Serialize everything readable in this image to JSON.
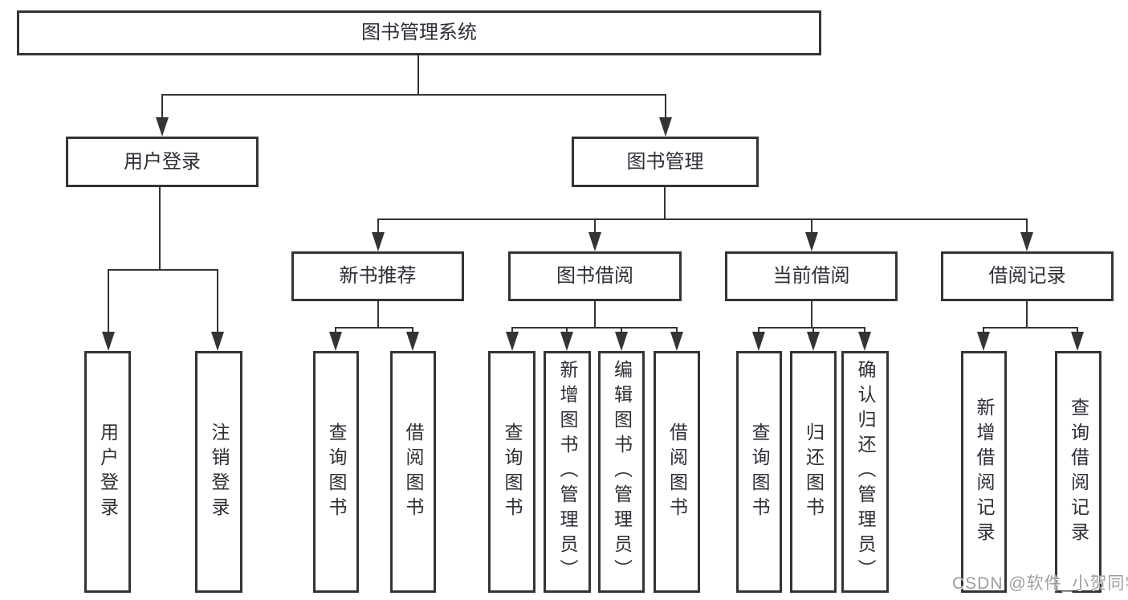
{
  "diagram": {
    "root": "图书管理系统",
    "user_login": {
      "label": "用户登录",
      "children": [
        "用户登录",
        "注销登录"
      ]
    },
    "book_mgmt": {
      "label": "图书管理",
      "sections": {
        "new_books": {
          "label": "新书推荐",
          "children": [
            "查询图书",
            "借阅图书"
          ]
        },
        "borrowing": {
          "label": "图书借阅",
          "children": [
            "查询图书",
            "新增图书（管理员）",
            "编辑图书（管理员）",
            "借阅图书"
          ]
        },
        "current": {
          "label": "当前借阅",
          "children": [
            "查询图书",
            "归还图书",
            "确认归还（管理员）"
          ]
        },
        "records": {
          "label": "借阅记录",
          "children": [
            "新增借阅记录",
            "查询借阅记录"
          ]
        }
      }
    }
  },
  "watermark": "CSDN @软件_小贺同学",
  "colors": {
    "line": "#343434",
    "text": "#2c2f36",
    "background": "#ffffff",
    "watermark": "#9e9e9e"
  }
}
